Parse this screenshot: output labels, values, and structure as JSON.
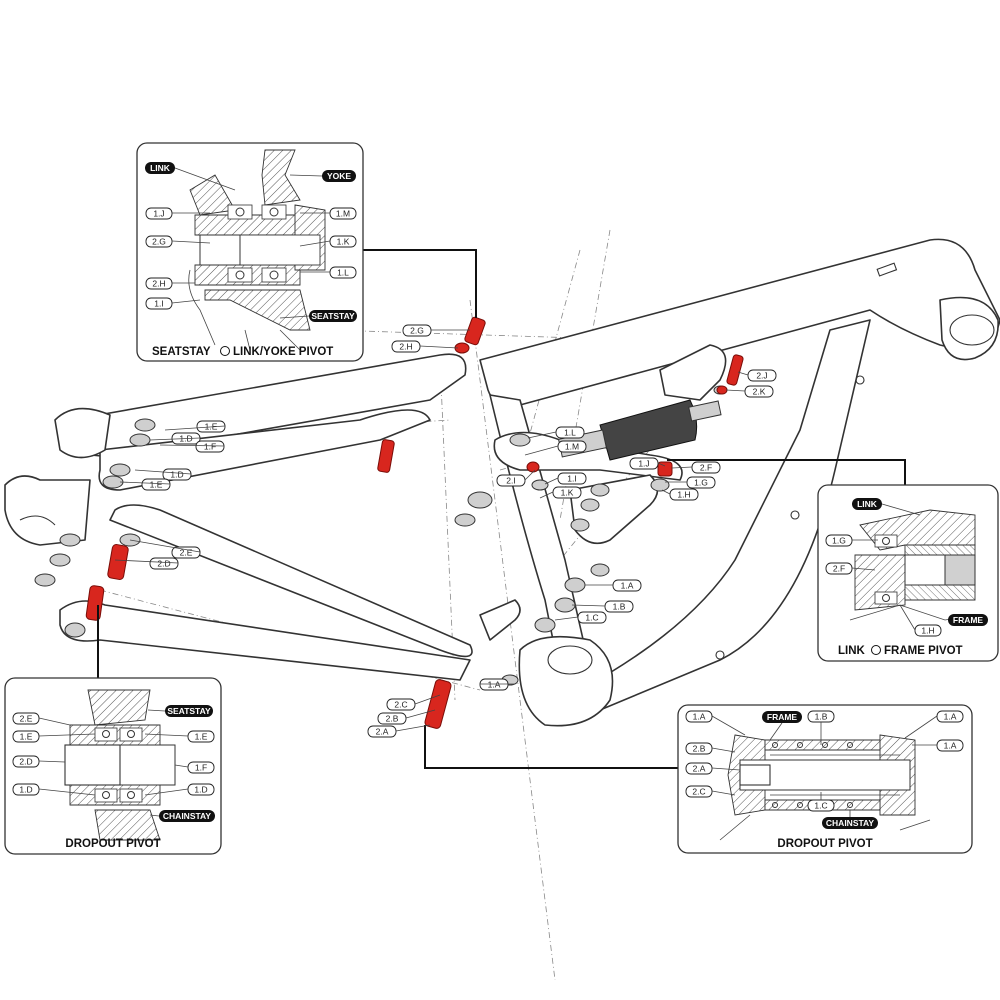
{
  "insets": {
    "seatstay": {
      "caption": "SEATSTAY",
      "caption_rest": "LINK/YOKE PIVOT",
      "dark_labels": [
        "LINK",
        "YOKE",
        "SEATSTAY"
      ],
      "left_labels": [
        "1.J",
        "2.G",
        "2.H",
        "1.I"
      ],
      "right_labels": [
        "1.M",
        "1.K",
        "1.L"
      ]
    },
    "link_frame": {
      "caption": "LINK",
      "caption_rest": "FRAME PIVOT",
      "dark_labels": [
        "LINK",
        "FRAME"
      ],
      "labels": [
        "1.G",
        "2.F",
        "1.H"
      ]
    },
    "dropout_left": {
      "caption": "DROPOUT PIVOT",
      "dark_labels": [
        "SEATSTAY",
        "CHAINSTAY"
      ],
      "left_labels": [
        "2.E",
        "1.E",
        "2.D",
        "1.D"
      ],
      "right_labels": [
        "1.E",
        "1.F",
        "1.D"
      ]
    },
    "dropout_right": {
      "caption": "DROPOUT PIVOT",
      "dark_labels": [
        "FRAME",
        "CHAINSTAY"
      ],
      "left_labels": [
        "1.A",
        "2.B",
        "2.A",
        "2.C"
      ],
      "top_labels": [
        "1.B",
        "1.A"
      ],
      "right_labels": [
        "1.A"
      ],
      "bottom_labels": [
        "1.C"
      ]
    }
  },
  "callouts": {
    "main": [
      "2.G",
      "2.H",
      "2.J",
      "2.K",
      "1.L",
      "1.M",
      "1.J",
      "2.F",
      "1.G",
      "1.H",
      "2.I",
      "1.I",
      "1.K",
      "1.A",
      "1.B",
      "1.C",
      "1.A",
      "2.C",
      "2.B",
      "2.A"
    ],
    "rear": [
      "1.E",
      "1.D",
      "1.F",
      "1.D",
      "1.E",
      "2.E",
      "2.D"
    ]
  },
  "colors": {
    "hardware": "#d8261e",
    "outline": "#333333",
    "inset_border": "#333333"
  }
}
